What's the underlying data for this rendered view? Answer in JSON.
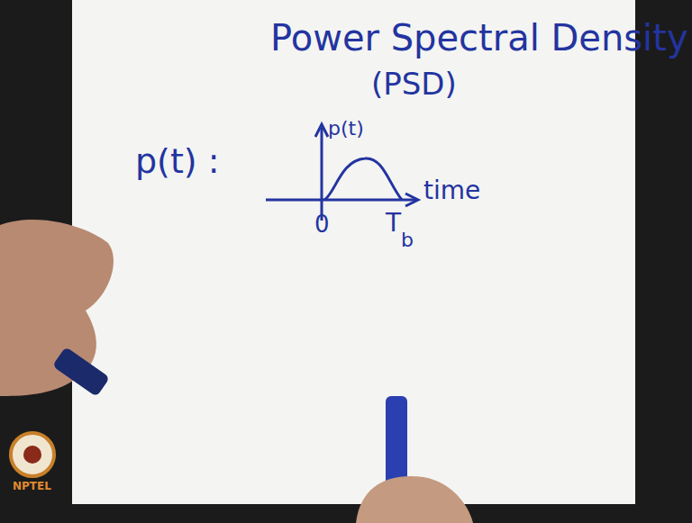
{
  "diagram": {
    "title": "Power Spectral Density",
    "labels": [
      "(PSD)",
      "p(t) :",
      "p(t)",
      "time",
      "0",
      "T",
      "b",
      "NPTEL"
    ]
  }
}
